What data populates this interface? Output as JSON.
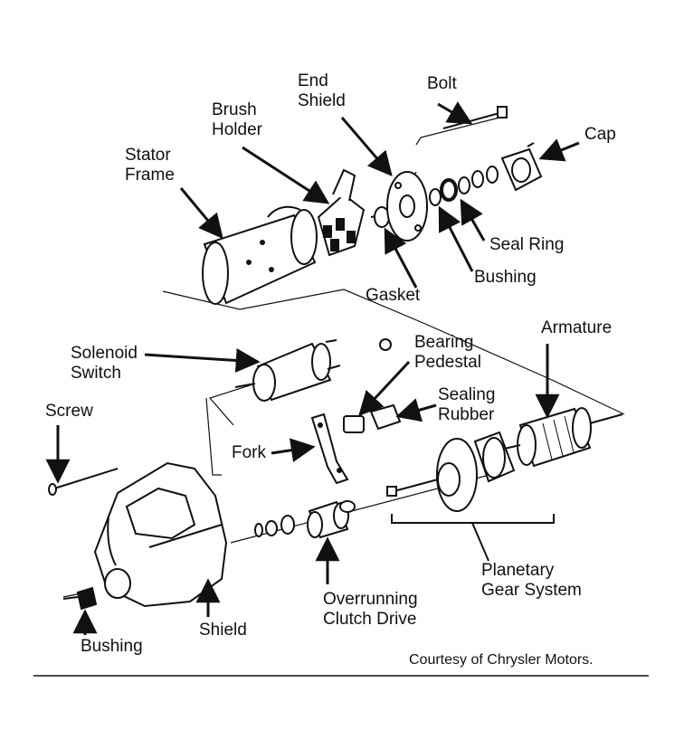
{
  "labels": {
    "bolt": "Bolt",
    "end_shield_1": "End",
    "end_shield_2": "Shield",
    "brush_holder_1": "Brush",
    "brush_holder_2": "Holder",
    "stator_frame_1": "Stator",
    "stator_frame_2": "Frame",
    "cap": "Cap",
    "seal_ring": "Seal Ring",
    "bushing_top": "Bushing",
    "gasket": "Gasket",
    "armature": "Armature",
    "solenoid_1": "Solenoid",
    "solenoid_2": "Switch",
    "bearing_pedestal_1": "Bearing",
    "bearing_pedestal_2": "Pedestal",
    "screw": "Screw",
    "sealing_rubber_1": "Sealing",
    "sealing_rubber_2": "Rubber",
    "fork": "Fork",
    "planetary_1": "Planetary",
    "planetary_2": "Gear System",
    "overrunning_1": "Overrunning",
    "overrunning_2": "Clutch Drive",
    "bushing_bottom": "Bushing",
    "shield": "Shield"
  },
  "credit": "Courtesy of Chrysler Motors."
}
